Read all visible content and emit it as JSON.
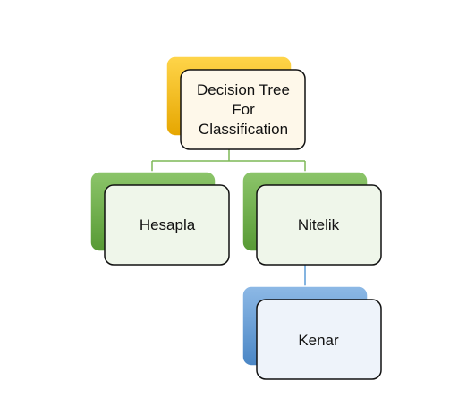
{
  "diagram": {
    "root": {
      "lines": [
        "Decision Tree",
        "For",
        "Classification"
      ],
      "color": "#F5B800"
    },
    "children": [
      {
        "label": "Hesapla",
        "color": "#6AAE45"
      },
      {
        "label": "Nitelik",
        "color": "#6AAE45"
      }
    ],
    "grandchild": {
      "label": "Kenar",
      "color": "#5B9BD5"
    },
    "connector_colors": {
      "root_children": "#7DB857",
      "nitelik_kenar": "#5B9BD5"
    }
  }
}
